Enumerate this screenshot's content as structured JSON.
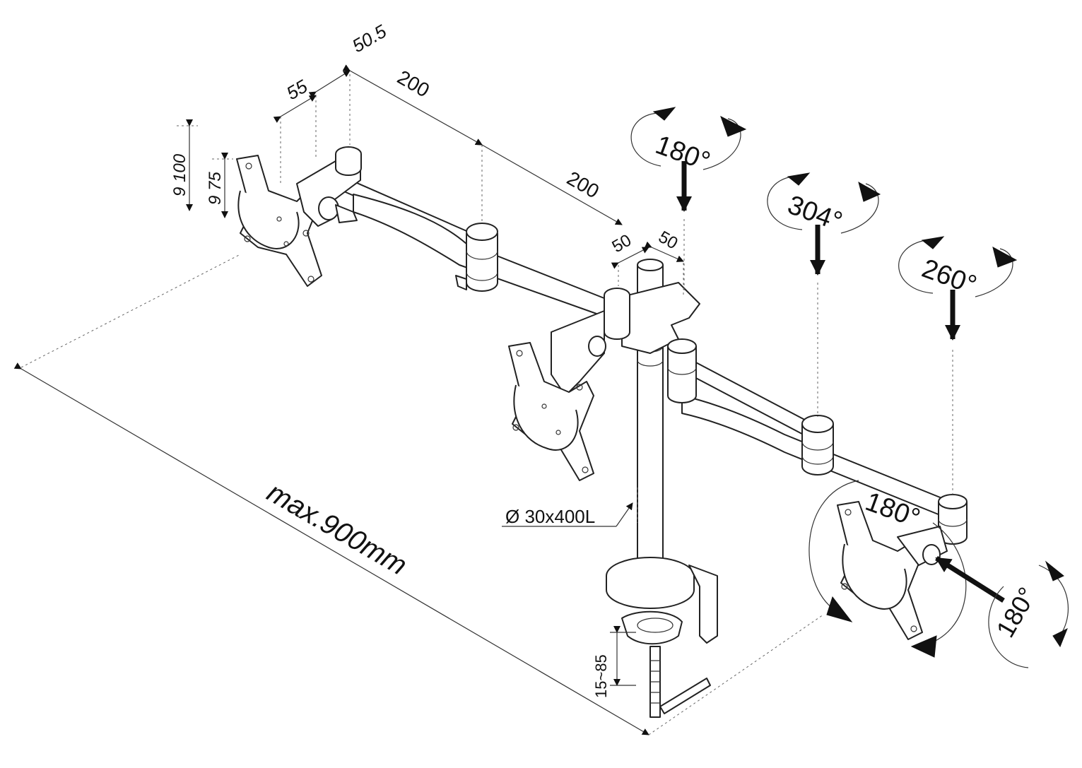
{
  "dimensions": {
    "d50_5": "50.5",
    "d55": "55",
    "d200_top": "200",
    "d200_mid": "200",
    "d50_left": "50",
    "d50_right": "50",
    "d9100": "9 100",
    "d975": "9 75",
    "pole": "Ø 30x400L",
    "max_length": "max.900mm",
    "clamp": "15~85"
  },
  "rotations": {
    "pole_top": "180°",
    "middle_joint": "304°",
    "end_joint": "260°",
    "tilt": "180°",
    "swivel": "180°"
  },
  "colors": {
    "line": "#222222",
    "text": "#111111",
    "background": "#ffffff"
  }
}
